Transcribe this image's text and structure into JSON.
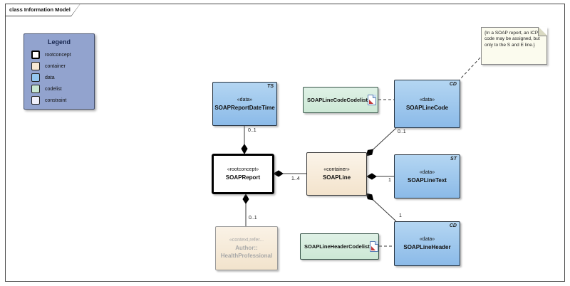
{
  "frame": {
    "title": "class Information Model"
  },
  "legend": {
    "title": "Legend",
    "items": [
      {
        "label": "rootconcept",
        "color": "#FFFFFF"
      },
      {
        "label": "container",
        "color": "#F7E8D5"
      },
      {
        "label": "data",
        "color": "#94C7EF"
      },
      {
        "label": "codelist",
        "color": "#C9E8D3"
      },
      {
        "label": "constraint",
        "color": "#EFEFFB"
      }
    ],
    "background": "#92A3CE"
  },
  "nodes": {
    "soapreportdatetime": {
      "stereotype": "«data»",
      "name": "SOAPReportDateTime",
      "type_tag": "TS"
    },
    "soaplinecodecodelist": {
      "name": "SOAPLineCodeCodelist",
      "icon": "codelist-doc-icon"
    },
    "soaplinecode": {
      "stereotype": "«data»",
      "name": "SOAPLineCode",
      "type_tag": "CD"
    },
    "soapreport": {
      "stereotype": "«rootconcept»",
      "name": "SOAPReport"
    },
    "soapline": {
      "stereotype": "«container»",
      "name": "SOAPLine"
    },
    "soaplinetext": {
      "stereotype": "«data»",
      "name": "SOAPLineText",
      "type_tag": "ST"
    },
    "soaplineheadercodelist": {
      "name": "SOAPLineHeaderCodelist",
      "icon": "codelist-doc-icon"
    },
    "soaplineheader": {
      "stereotype": "«data»",
      "name": "SOAPLineHeader",
      "type_tag": "CD"
    },
    "author": {
      "stereotype": "«context,refer...",
      "name_line1": "Author::",
      "name_line2": "HealthProfessional"
    }
  },
  "note": {
    "text": "{In a SOAP report, an ICPC code may be assigned, but only to the S and E line.}",
    "background": "#FBFBEE"
  },
  "multiplicities": {
    "report_datetime": "0..1",
    "report_line": "1..4",
    "line_code": "0..1",
    "line_text": "1",
    "line_header": "1",
    "report_author": "0..1"
  }
}
